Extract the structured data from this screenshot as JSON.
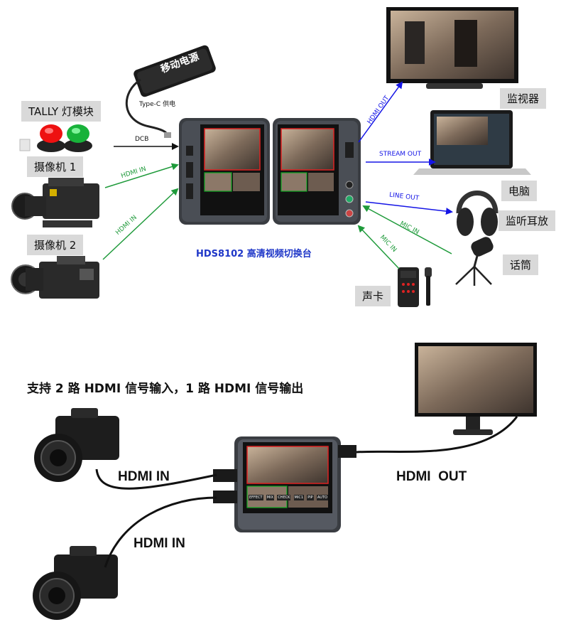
{
  "top": {
    "power_bank": "移动电源",
    "typec_label": "Type-C 供电",
    "tally": "TALLY 灯模块",
    "dcb": "DCB",
    "camera1": "摄像机 1",
    "camera2": "摄像机 2",
    "hdmi_in": "HDMI IN",
    "product": "HDS8102 高清视频切换台",
    "monitor": "监视器",
    "hdmi_out": "HDMI OUT",
    "stream_out": "STREAM OUT",
    "computer": "电脑",
    "line_out": "LINE  OUT",
    "headphones": "监听耳放",
    "mic_in": "MIC IN",
    "microphone": "话筒",
    "sound_card": "声卡"
  },
  "bottom": {
    "headline": "支持 2 路 HDMI 信号输入，1 路 HDMI 信号输出",
    "hdmi_in_1": "HDMI IN",
    "hdmi_in_2": "HDMI IN",
    "hdmi_out": "HDMI  OUT"
  },
  "device_buttons": [
    "EFFECT",
    "MIX",
    "CHECK",
    "MIC1",
    "PIP",
    "AUTO"
  ],
  "colors": {
    "blue_arrow": "#1515e6",
    "green_arrow": "#1e9a3a",
    "black_arrow": "#111111",
    "title_blue": "#1f37c8"
  }
}
